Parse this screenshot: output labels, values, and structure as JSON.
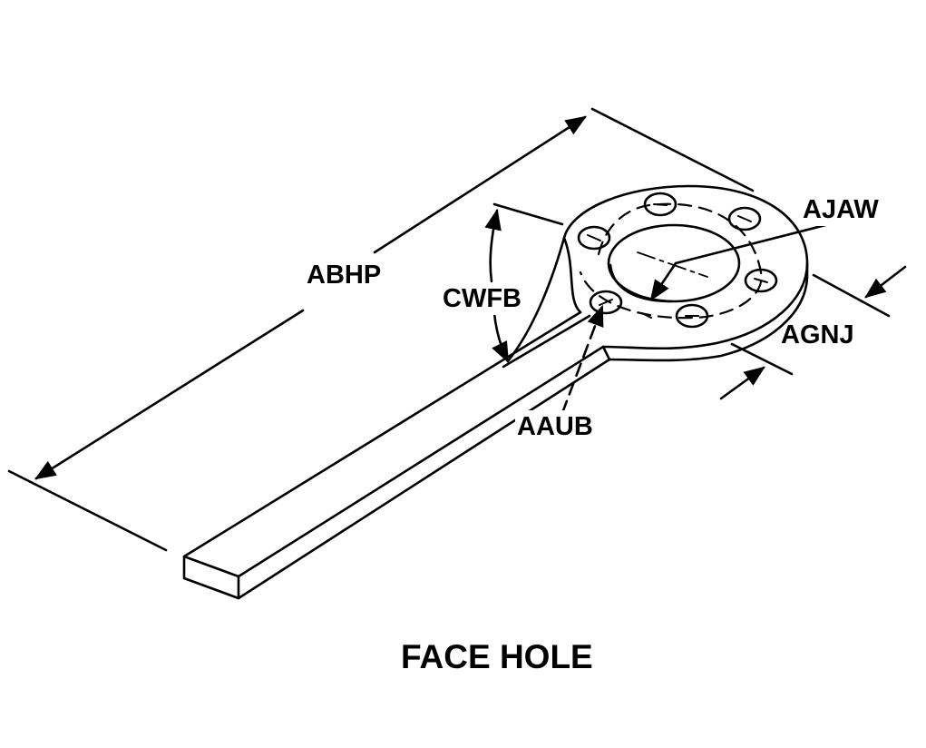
{
  "diagram": {
    "caption": "FACE HOLE",
    "labels": {
      "abhp": "ABHP",
      "cwfb": "CWFB",
      "ajaw": "AJAW",
      "agnj": "AGNJ",
      "aaub": "AAUB"
    }
  }
}
